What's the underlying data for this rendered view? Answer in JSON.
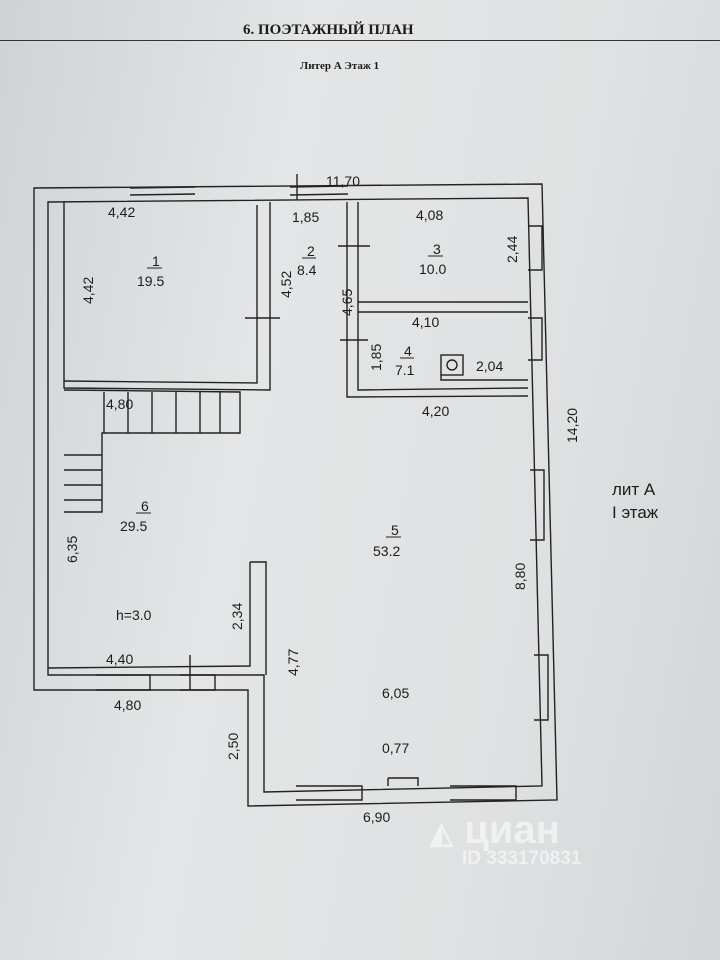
{
  "header": {
    "title": "6. ПОЭТАЖНЫЙ ПЛАН",
    "subtitle": "Литер А Этаж 1"
  },
  "side_label": {
    "line1": "лит А",
    "line2": "I этаж"
  },
  "rooms": [
    {
      "num": "1",
      "area": "19.5"
    },
    {
      "num": "2",
      "area": "8.4"
    },
    {
      "num": "3",
      "area": "10.0"
    },
    {
      "num": "4",
      "area": "7.1"
    },
    {
      "num": "5",
      "area": "53.2"
    },
    {
      "num": "6",
      "area": "29.5"
    }
  ],
  "dimensions": {
    "top_total": "11,70",
    "r1_width": "4,42",
    "r1_height": "4,42",
    "r2_width": "1,85",
    "r2_height": "4,52",
    "r2_side": "4,65",
    "r3_width": "4,08",
    "r3_height": "2,44",
    "r4_top": "4,10",
    "r4_side": "1,85",
    "r4_inner": "2,04",
    "r4_bottom": "4,20",
    "right_total": "14,20",
    "r5_right": "8,80",
    "stairs_w": "4,80",
    "r6_height": "6,35",
    "partition": "2,34",
    "r6_bottom": "4,40",
    "bottom_left": "4,80",
    "r5_left": "4,77",
    "r5_inner": "6,05",
    "door_w": "0,77",
    "step_h": "2,50",
    "bottom_total": "6,90"
  },
  "ceiling": "h=3.0",
  "watermark": {
    "brand": "циан",
    "id": "ID 333170831"
  }
}
